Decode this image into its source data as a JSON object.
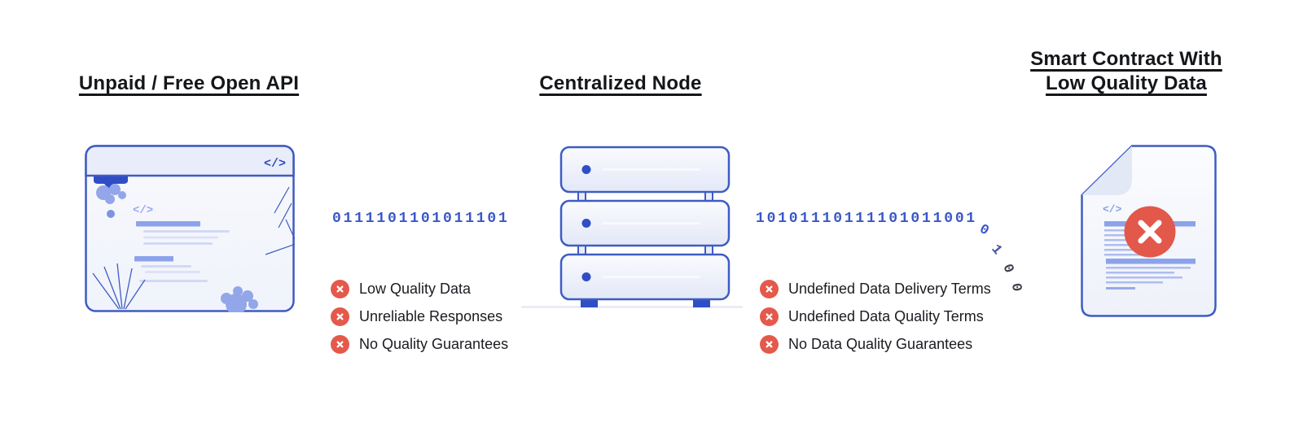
{
  "diagram": {
    "code_glyph": "</>",
    "columns": [
      {
        "title": "Unpaid / Free Open API",
        "issues": [
          "Low Quality Data",
          "Unreliable Responses",
          "No Quality Guarantees"
        ]
      },
      {
        "title": "Centralized Node",
        "issues": [
          "Undefined Data Delivery Terms",
          "Undefined Data Quality Terms",
          "No Data Quality Guarantees"
        ]
      },
      {
        "title_line1": "Smart Contract With",
        "title_line2": "Low Quality Data"
      }
    ],
    "streams": [
      {
        "bits": "0111101101011101"
      },
      {
        "bits": "10101110111101011001",
        "tail": [
          "0",
          "1",
          "0",
          "0"
        ]
      }
    ],
    "colors": {
      "outline_blue": "#3E5CC3",
      "accent_blue": "#2F4EC5",
      "binary_blue": "#3A57C7",
      "bar_purple": "#8CA2EA",
      "blob_purple": "#93A6E9",
      "light_lavender": "#E9EDF9",
      "error_red": "#E2584A",
      "text_dark": "#14161A"
    }
  }
}
